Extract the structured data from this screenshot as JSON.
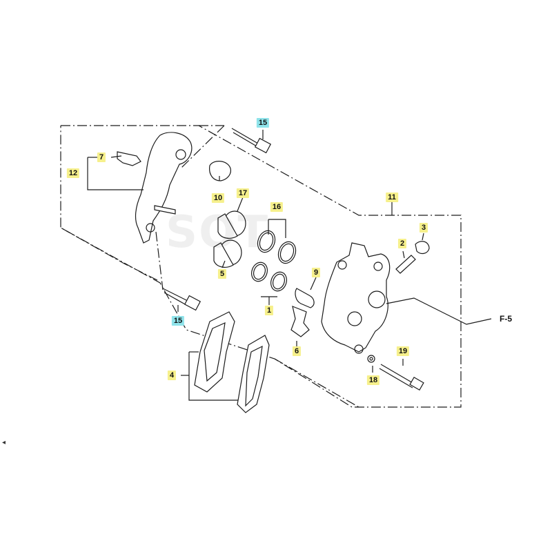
{
  "colors": {
    "highlight_yellow": "#f6f08c",
    "highlight_cyan": "#8fe3ea",
    "line": "#1a1a1a"
  },
  "callouts": {
    "c1": "1",
    "c2": "2",
    "c3": "3",
    "c4": "4",
    "c5": "5",
    "c6": "6",
    "c7": "7",
    "c9": "9",
    "c10": "10",
    "c11": "11",
    "c12": "12",
    "c15_top": "15",
    "c15_bottom": "15",
    "c16": "16",
    "c17": "17",
    "c18": "18",
    "c19": "19"
  },
  "ref_label": "F-5",
  "watermark": "SOT",
  "edge_mark": "◂"
}
